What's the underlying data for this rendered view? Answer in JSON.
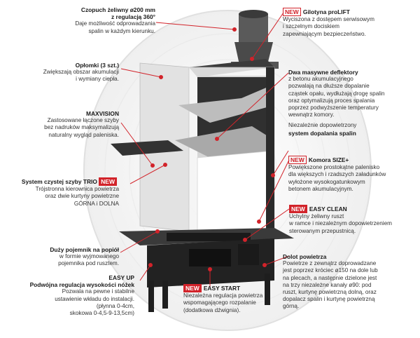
{
  "new_badge": "NEW",
  "left": {
    "chimney": {
      "title_line1": "Czopuch żeliwny ø200 mm",
      "title_line2": "z regulacją 360°",
      "desc": [
        "Daje możliwość odprowadzania",
        "spalin w każdym kierunku."
      ]
    },
    "baffles": {
      "title": "Opłomki (3 szt.)",
      "desc": [
        "Zwiększają obszar akumulacji",
        "i wymiany ciepła."
      ]
    },
    "maxvision": {
      "title": "MAXVISION",
      "desc": [
        "Zastosowane łączone szyby",
        "bez nadruków maksymalizują",
        "naturalny wygląd paleniska."
      ]
    },
    "trio": {
      "title": "System czystej szyby TRIO",
      "desc": [
        "Trójstronna kierownica powietrza",
        "oraz dwie kurtyny powietrzne",
        "GÓRNA i DOLNA"
      ]
    },
    "ashpan": {
      "title": "Duży pojemnik na popiół",
      "desc": [
        "w formie wyjmowanego",
        "pojemnika pod rusztem."
      ]
    },
    "easyup": {
      "title_line1": "EASY UP",
      "title_line2": "Podwójna regulacja wysokości nóżek",
      "desc": [
        "Pozwala na pewne i stabilne",
        "ustawienie wkładu do instalacji.",
        "(płynna 0-4cm,",
        "skokowa 0-4,5-9-13,5cm)"
      ]
    }
  },
  "right": {
    "guillotine": {
      "title": "Gilotyna proLIFT",
      "desc": [
        "Wyciszona z dostępem serwisowym",
        "i szczelnym dociskiem",
        "zapewniającym bezpieczeństwo."
      ]
    },
    "deflectors": {
      "title": "Dwa masywne deflektory",
      "desc": [
        "z betonu akumulacyjnego",
        "pozwalają na dłuższe dopalanie",
        "cząstek opału, wydłużają drogę spalin",
        "oraz optymalizują proces spalania",
        "poprzez podwyższenie temperatury",
        "wewnątrz komory."
      ],
      "extra1": "Niezależnie dopowietrzony",
      "extra2": "system dopalania spalin"
    },
    "chamber": {
      "title": "Komora SIZE+",
      "desc": [
        "Powiększone prostokątne palenisko",
        "dla większych i rzadszych załadunków",
        "wyłożone wysokogatunkowym",
        "betonem akumulacyjnym."
      ]
    },
    "easyclean": {
      "title": "EASY CLEAN",
      "desc": [
        "Uchylny żeliwny ruszt",
        "w ramce i niezależnym dopowietrzeniem",
        "sterowanym przepustnicą."
      ]
    },
    "air": {
      "title": "Dolot powietrza",
      "desc": [
        "Powietrze z zewnątrz doprowadzane",
        "jest poprzez króciec ø150 na dole lub",
        "na plecach, a następnie dzielone jest",
        "na trzy niezależne kanały ø90: pod",
        "ruszt, kurtynę powietrzną dolną, oraz",
        "dopalacz spalin i kurtynę powietrzną",
        "górną."
      ]
    }
  },
  "bottom": {
    "easystart": {
      "title": "EASY START",
      "desc": [
        "Niezależna regulacja powietrza",
        "wspomagającego rozpalanie",
        "(dodatkowa dźwignia)."
      ]
    }
  },
  "colors": {
    "accent": "#d2232a",
    "steel": "#2b2b2b",
    "glass": "#e6e6e6"
  }
}
